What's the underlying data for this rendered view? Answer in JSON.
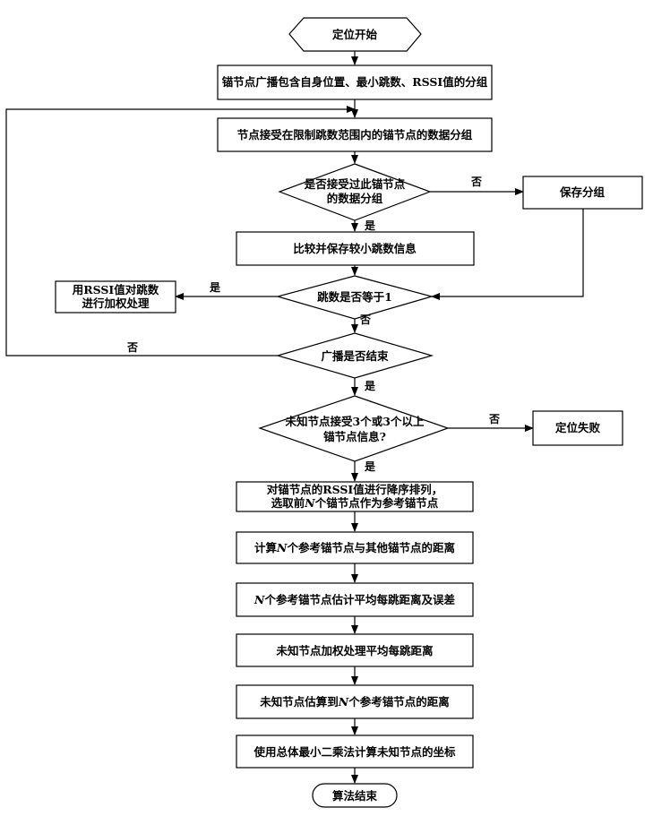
{
  "flowchart": {
    "start": "定位开始",
    "step1": "锚节点广播包含自身位置、最小跳数、RSSI值的分组",
    "step2": "节点接受在限制跳数范围内的锚节点的数据分组",
    "decision1": {
      "line1": "是否接受过此锚节点",
      "line2": "的数据分组"
    },
    "save_group": "保存分组",
    "step3": "比较并保存较小跳数信息",
    "decision2": "跳数是否等于1",
    "rssi_weight": {
      "line1": "用RSSI值对跳数",
      "line2": "进行加权处理"
    },
    "decision3": "广播是否结束",
    "decision4": {
      "line1": "未知节点接受3个或3个以上",
      "line2": "锚节点信息?"
    },
    "locate_fail": "定位失败",
    "step4": {
      "line1": "对锚节点的RSSI值进行降序排列，",
      "line2_pre": "选取前",
      "line2_n": "N",
      "line2_post": "个锚节点作为参考锚节点"
    },
    "step5": {
      "pre": "计算",
      "n": "N",
      "post": "个参考锚节点与其他锚节点的距离"
    },
    "step6": {
      "n": "N",
      "post": "个参考锚节点估计平均每跳距离及误差"
    },
    "step7": "未知节点加权处理平均每跳距离",
    "step8": {
      "pre": "未知节点估算到",
      "n": "N",
      "post": "个参考锚节点的距离"
    },
    "step9": "使用总体最小二乘法计算未知节点的坐标",
    "end": "算法结束",
    "labels": {
      "no_d1": "否",
      "yes_d1": "是",
      "yes_d2": "是",
      "no_d2": "否",
      "no_d3": "否",
      "yes_d3": "是",
      "no_d4": "否",
      "yes_d4": "是"
    }
  }
}
